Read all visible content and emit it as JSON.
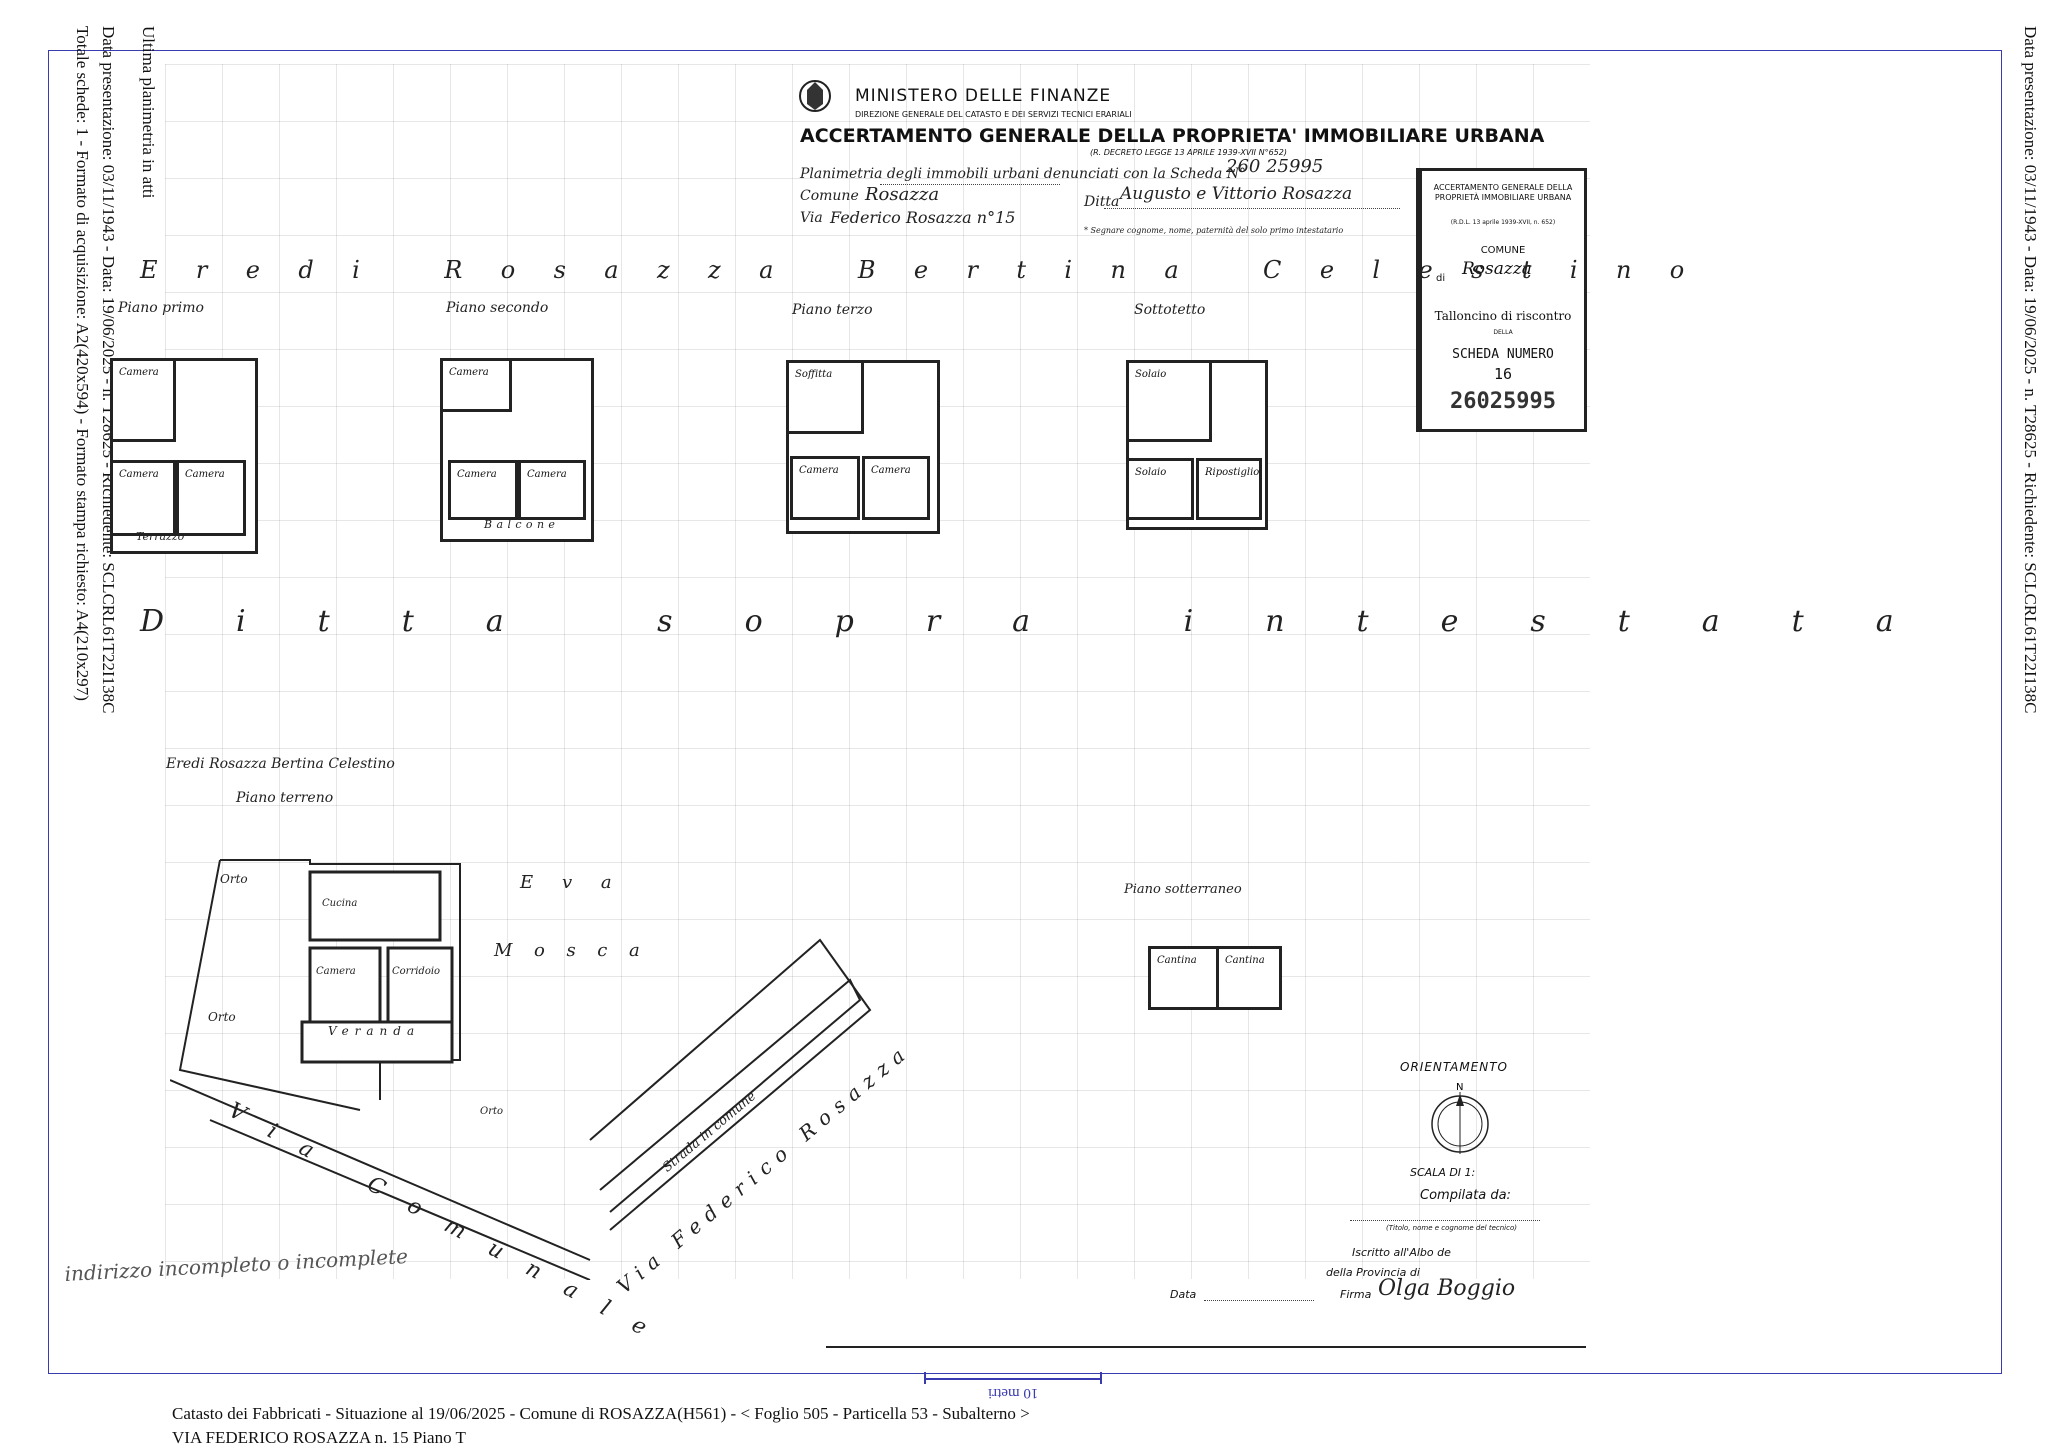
{
  "left_margin": {
    "line1": "Ultima planimetria in atti",
    "line2": "Data presentazione: 03/11/1943 - Data: 19/06/2025 - n. T28625 - Richiedente: SCLCRL61T22I138C",
    "line3": "Totale schede: 1 - Formato di acquisizione: A2(420x594) - Formato stampa richiesto: A4(210x297)"
  },
  "right_margin": {
    "line1": "Data presentazione: 03/11/1943 - Data: 19/06/2025 - n. T28625 - Richiedente: SCLCRL61T22I138C"
  },
  "header": {
    "ministry": "MINISTERO DELLE FINANZE",
    "direzione": "DIREZIONE GENERALE DEL CATASTO E DEI SERVIZI TECNICI ERARIALI",
    "title": "ACCERTAMENTO GENERALE DELLA PROPRIETA' IMMOBILIARE URBANA",
    "decree": "(R. DECRETO LEGGE 13 APRILE 1939-XVII N°652)",
    "planimetria": "Planimetria degli immobili urbani denunciati con la Scheda N°",
    "scheda_no": "260 25995",
    "comune_label": "Comune",
    "comune": "Rosazza",
    "ditta_label": "Ditta",
    "ditta": "Augusto e Vittorio Rosazza",
    "via_label": "Via",
    "via": "Federico Rosazza n°15",
    "note": "* Segnare cognome, nome, paternità del solo primo intestatario"
  },
  "stamp": {
    "line1": "ACCERTAMENTO GENERALE DELLA PROPRIETÀ IMMOBILIARE URBANA",
    "line2": "(R.D.L. 13 aprile 1939-XVII, n. 652)",
    "comune": "COMUNE",
    "di": "di",
    "comune_name": "Rosazza",
    "tallon": "Talloncino di riscontro",
    "della": "DELLA",
    "scheda": "SCHEDA NUMERO",
    "num": "16",
    "code": "26025995"
  },
  "plan_labels": {
    "eredi_top": "Eredi Rosazza Bertina Celestino",
    "piano_primo": "Piano primo",
    "piano_secondo": "Piano secondo",
    "piano_terzo": "Piano terzo",
    "sottotetto": "Sottotetto",
    "ditta_sopra": "Ditta sopra intestata",
    "eredi_mid": "Eredi Rosazza Bertina Celestino",
    "piano_terreno": "Piano terreno",
    "eva": "Eva",
    "mosca": "Mosca",
    "piano_sotterraneo": "Piano sotterraneo",
    "via_comunale": "Via Comunale",
    "via_federico": "Via Federico Rosazza",
    "strada": "Strada in comune",
    "orto": "Orto",
    "terrazzo": "Terrazzo",
    "balcone": "Balcone",
    "veranda": "Veranda",
    "stamp_left": "indirizzo incompleto o incomplete"
  },
  "rooms": {
    "camera": "Camera",
    "cucina": "Cucina",
    "corridoio": "Corridoio",
    "soffitta": "Soffitta",
    "solaio": "Solaio",
    "ripostiglio": "Ripostiglio",
    "cantina": "Cantina"
  },
  "compass": {
    "orientamento": "ORIENTAMENTO",
    "scala": "SCALA DI 1:",
    "compilata": "Compilata da:",
    "titolo_note": "(Titolo, nome e cognome del tecnico)",
    "iscritto": "Iscritto all'Albo de",
    "provincia": "della Provincia di",
    "data": "Data",
    "firma": "Firma",
    "signature": "Olga Boggio"
  },
  "scale_bar": "10 metri",
  "footer": {
    "line1": "Catasto dei Fabbricati - Situazione al 19/06/2025 - Comune di ROSAZZA(H561) - <  Foglio 505 - Particella  53 - Subalterno   >",
    "line2": "VIA FEDERICO ROSAZZA n. 15 Piano T"
  }
}
